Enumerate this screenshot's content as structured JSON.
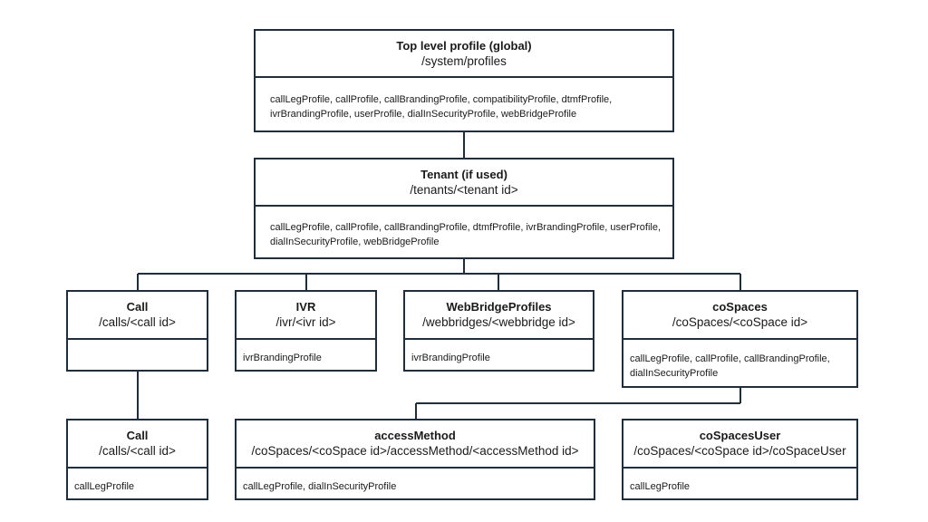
{
  "nodes": {
    "top": {
      "title": "Top level profile (global)",
      "path": "/system/profiles",
      "profiles": "callLegProfile, callProfile, callBrandingProfile, compatibilityProfile, dtmfProfile, ivrBrandingProfile, userProfile, dialInSecurityProfile, webBridgeProfile"
    },
    "tenant": {
      "title": "Tenant (if used)",
      "path": "/tenants/<tenant id>",
      "profiles": "callLegProfile, callProfile, callBrandingProfile, dtmfProfile, ivrBrandingProfile, userProfile, dialInSecurityProfile, webBridgeProfile"
    },
    "call": {
      "title": "Call",
      "path": "/calls/<call id>",
      "profiles": ""
    },
    "ivr": {
      "title": "IVR",
      "path": "/ivr/<ivr id>",
      "profiles": "ivrBrandingProfile"
    },
    "webbridge": {
      "title": "WebBridgeProfiles",
      "path": "/webbridges/<webbridge id>",
      "profiles": "ivrBrandingProfile"
    },
    "cospaces": {
      "title": "coSpaces",
      "path": "/coSpaces/<coSpace id>",
      "profiles": "callLegProfile, callProfile, callBrandingProfile, dialInSecurityProfile"
    },
    "call_child": {
      "title": "Call",
      "path": "/calls/<call id>",
      "profiles": "callLegProfile"
    },
    "access_method": {
      "title": "accessMethod",
      "path": "/coSpaces/<coSpace id>/accessMethod/<accessMethod id>",
      "profiles": "callLegProfile, dialInSecurityProfile"
    },
    "cospaces_user": {
      "title": "coSpacesUser",
      "path": "/coSpaces/<coSpace id>/coSpaceUser",
      "profiles": "callLegProfile"
    }
  },
  "colors": {
    "border": "#1f2e3d",
    "background": "#ffffff",
    "text": "#1a1a1a"
  }
}
